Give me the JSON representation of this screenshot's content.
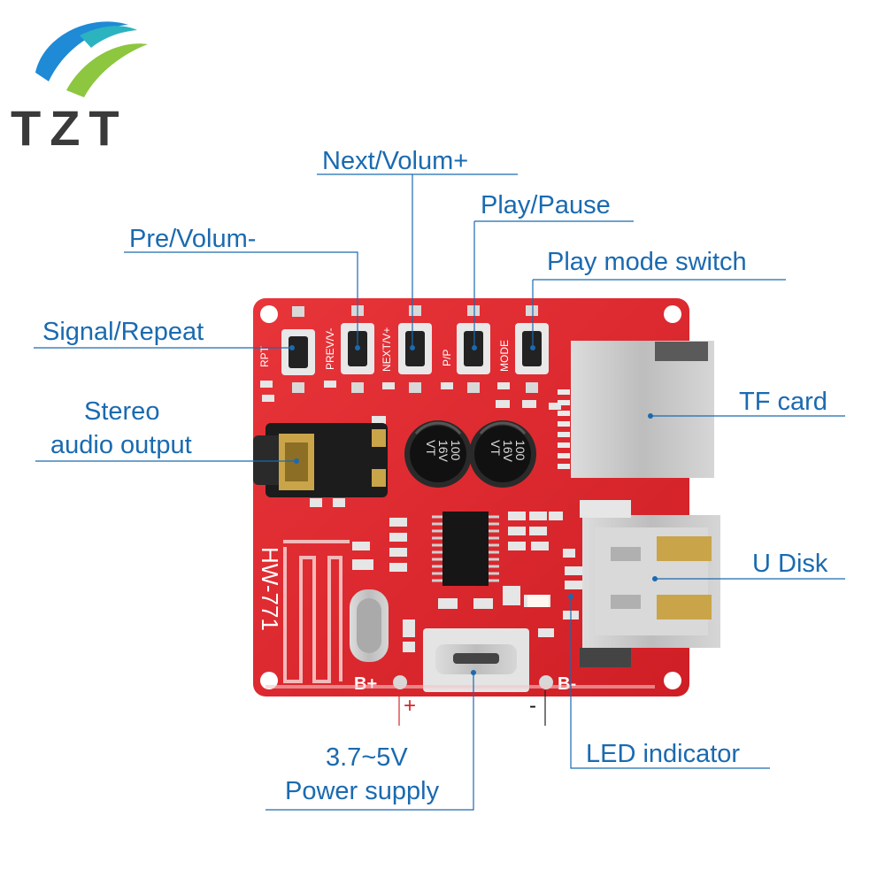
{
  "brand": {
    "name": "TZT"
  },
  "labels": {
    "next_volume": "Next/Volum+",
    "play_pause": "Play/Pause",
    "pre_volume": "Pre/Volum-",
    "play_mode_switch": "Play mode switch",
    "signal_repeat": "Signal/Repeat",
    "stereo_line1": "Stereo",
    "stereo_line2": "audio output",
    "tf_card": "TF card",
    "u_disk": "U Disk",
    "led_indicator": "LED indicator",
    "voltage": "3.7~5V",
    "power_supply": "Power supply",
    "plus": "+",
    "minus": "-"
  },
  "board": {
    "model": "HW-771",
    "button_labels": [
      "RPT",
      "PREV/V-",
      "NEXT/V+",
      "P/P",
      "MODE"
    ],
    "battery_plus": "B+",
    "battery_minus": "B-",
    "capacitor_text": [
      "100",
      "16V",
      "VT"
    ]
  },
  "colors": {
    "label_blue": "#1a6ab0",
    "board_red": "#e0262b",
    "metal": "#c9c9c9",
    "plus_red": "#d8242a",
    "logo_blue": "#1f8ad6",
    "logo_green": "#8dc63f"
  }
}
